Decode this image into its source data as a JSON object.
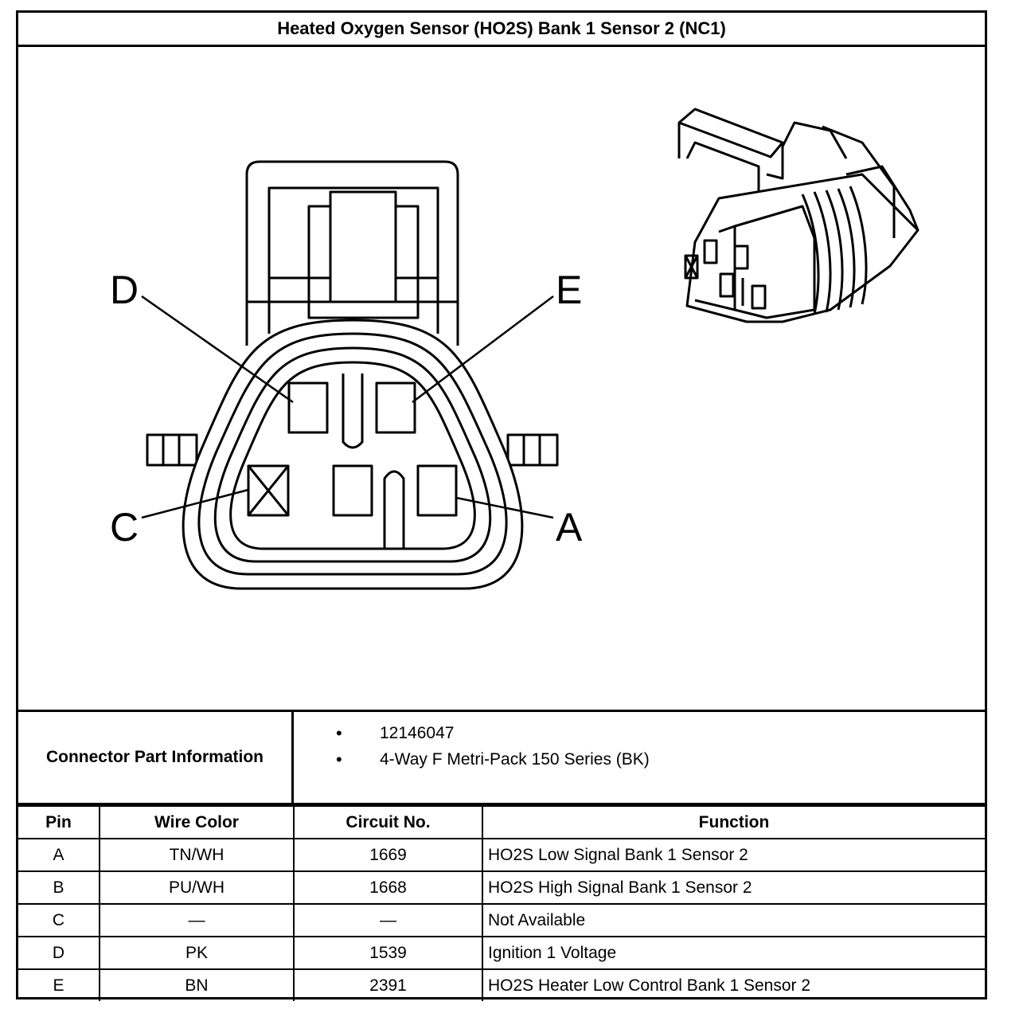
{
  "title": "Heated Oxygen Sensor (HO2S) Bank 1 Sensor 2 (NC1)",
  "pin_labels": {
    "d": "D",
    "e": "E",
    "c": "C",
    "a": "A"
  },
  "part_info": {
    "label": "Connector Part Information",
    "items": [
      "12146047",
      "4-Way F Metri-Pack 150 Series (BK)"
    ]
  },
  "table": {
    "headers": [
      "Pin",
      "Wire Color",
      "Circuit No.",
      "Function"
    ],
    "rows": [
      [
        "A",
        "TN/WH",
        "1669",
        "HO2S Low Signal Bank 1 Sensor 2"
      ],
      [
        "B",
        "PU/WH",
        "1668",
        "HO2S High Signal Bank 1 Sensor 2"
      ],
      [
        "C",
        "—",
        "—",
        "Not Available"
      ],
      [
        "D",
        "PK",
        "1539",
        "Ignition 1 Voltage"
      ],
      [
        "E",
        "BN",
        "2391",
        "HO2S Heater Low Control Bank 1 Sensor 2"
      ]
    ]
  }
}
